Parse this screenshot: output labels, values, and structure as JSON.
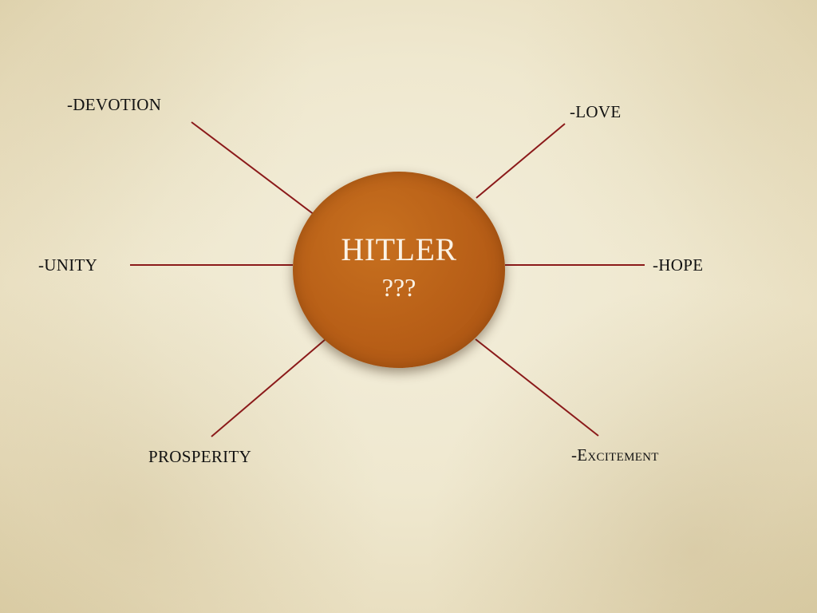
{
  "center": {
    "title": "HITLER",
    "subtitle": "???"
  },
  "labels": {
    "devotion": "-DEVOTION",
    "love": "-LOVE",
    "unity": "-UNITY",
    "hope": "-HOPE",
    "prosperity": "PROSPERITY",
    "excitement": "-Excitement"
  },
  "colors": {
    "connector": "#8b1a1a",
    "hub": "#b85f17",
    "hub_text": "#fbf3e6",
    "background": "#efe8cf"
  }
}
